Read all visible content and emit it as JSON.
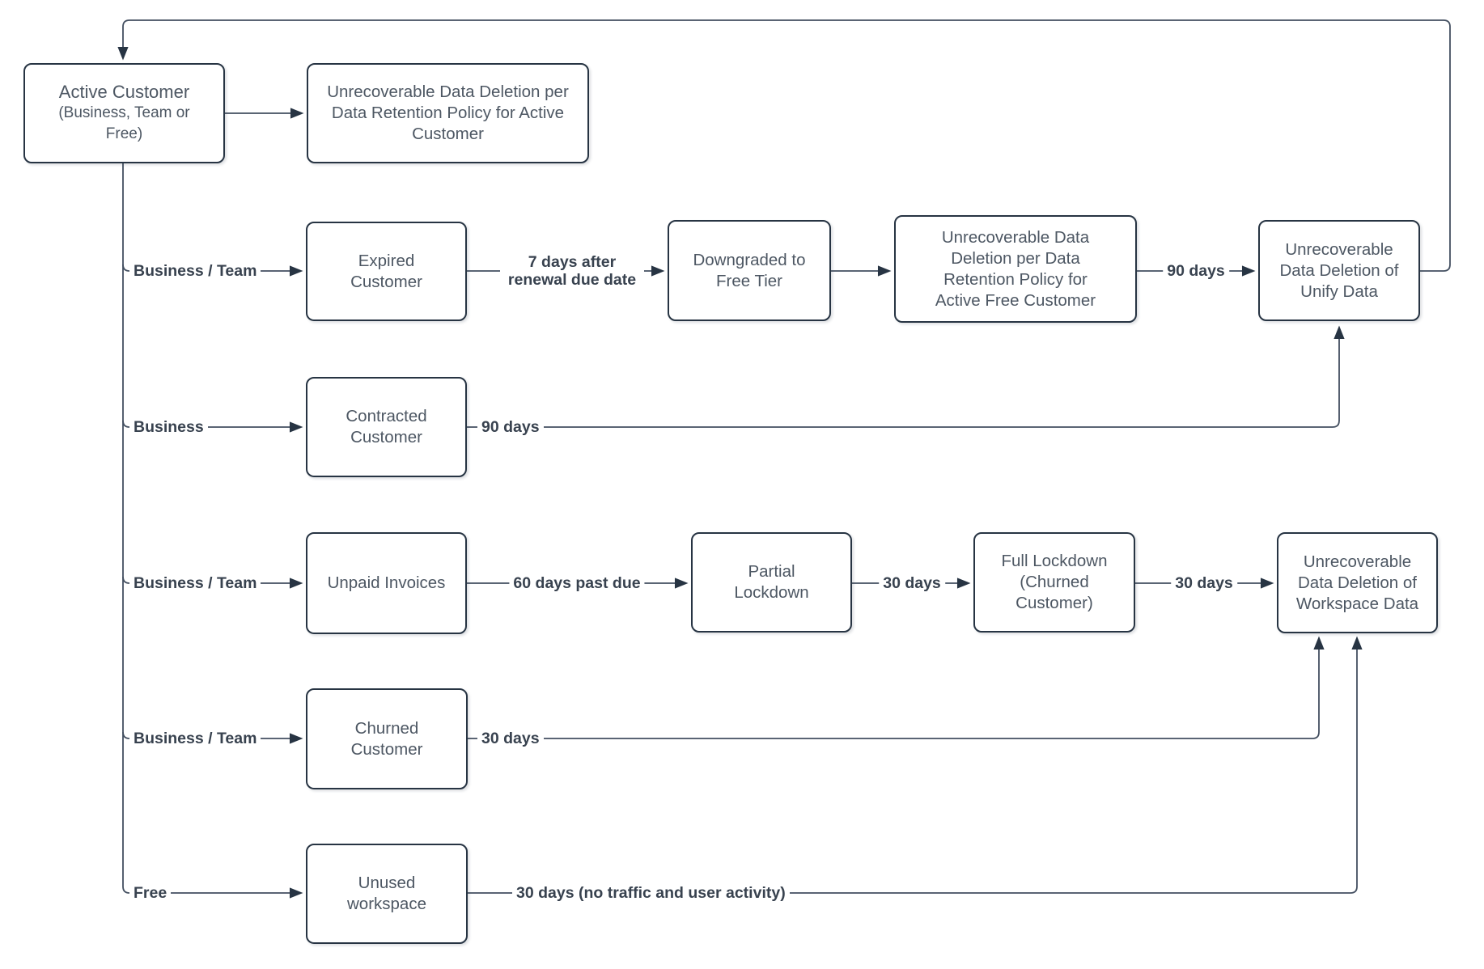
{
  "diagram": {
    "title": "Customer data retention and deletion flowchart",
    "colors": {
      "border": "#273443",
      "line": "#434f60",
      "text": "#4d5763",
      "label_text": "#38424f",
      "background": "#ffffff"
    },
    "nodes": {
      "active": {
        "text": "Active Customer",
        "subtext": "(Business, Team or Free)"
      },
      "del_active": {
        "text": "Unrecoverable Data Deletion per Data Retention Policy for Active Customer"
      },
      "expired": {
        "text": "Expired Customer"
      },
      "downgraded": {
        "text": "Downgraded to Free Tier"
      },
      "del_free": {
        "text": "Unrecoverable Data Deletion per Data Retention Policy for Active Free Customer"
      },
      "unify": {
        "text": "Unrecoverable Data Deletion of Unify Data"
      },
      "contracted": {
        "text": "Contracted Customer"
      },
      "unpaid": {
        "text": "Unpaid Invoices"
      },
      "partial": {
        "text": "Partial Lockdown"
      },
      "full": {
        "text": "Full Lockdown (Churned Customer)"
      },
      "del_workspace": {
        "text": "Unrecoverable Data Deletion of Workspace Data"
      },
      "churned": {
        "text": "Churned Customer"
      },
      "unused": {
        "text": "Unused workspace"
      }
    },
    "edge_labels": {
      "business_team_expired": "Business / Team",
      "seven_days": "7 days after renewal due date",
      "ninety_days_free": "90 days",
      "business": "Business",
      "ninety_days_contracted": "90 days",
      "business_team_unpaid": "Business / Team",
      "sixty_days": "60 days past due",
      "thirty_days_partial": "30 days",
      "thirty_days_full": "30 days",
      "business_team_churned": "Business / Team",
      "thirty_days_churned": "30 days",
      "free": "Free",
      "thirty_days_unused": "30 days (no traffic and user activity)"
    }
  }
}
